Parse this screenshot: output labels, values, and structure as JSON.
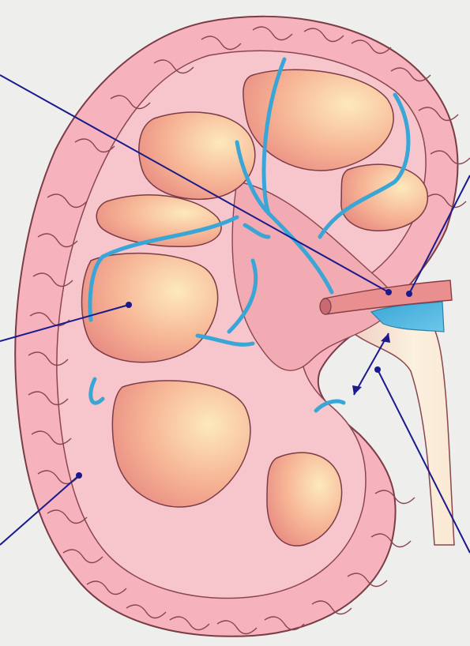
{
  "diagram": {
    "subject": "kidney-cross-section",
    "labels_visible": false,
    "colors": {
      "background": "#eeeeec",
      "cortex": "#f6b3bd",
      "cortex_outline": "#8a4650",
      "medulla": "#f5c9cf",
      "pyramid_light": "#fbe4b8",
      "pyramid_dark": "#e98a86",
      "vein": "#49b4dc",
      "artery": "#e88a8a",
      "ureter_light": "#fbf0dc",
      "ureter_dark": "#f1cfc3",
      "pointer_line": "#1a1a8c",
      "pointer_dot": "#1a1a8c"
    },
    "pointers": [
      {
        "id": "pointer-renal-vein"
      },
      {
        "id": "pointer-renal-artery"
      },
      {
        "id": "pointer-renal-pyramid"
      },
      {
        "id": "pointer-renal-cortex"
      },
      {
        "id": "pointer-ureter"
      }
    ]
  }
}
